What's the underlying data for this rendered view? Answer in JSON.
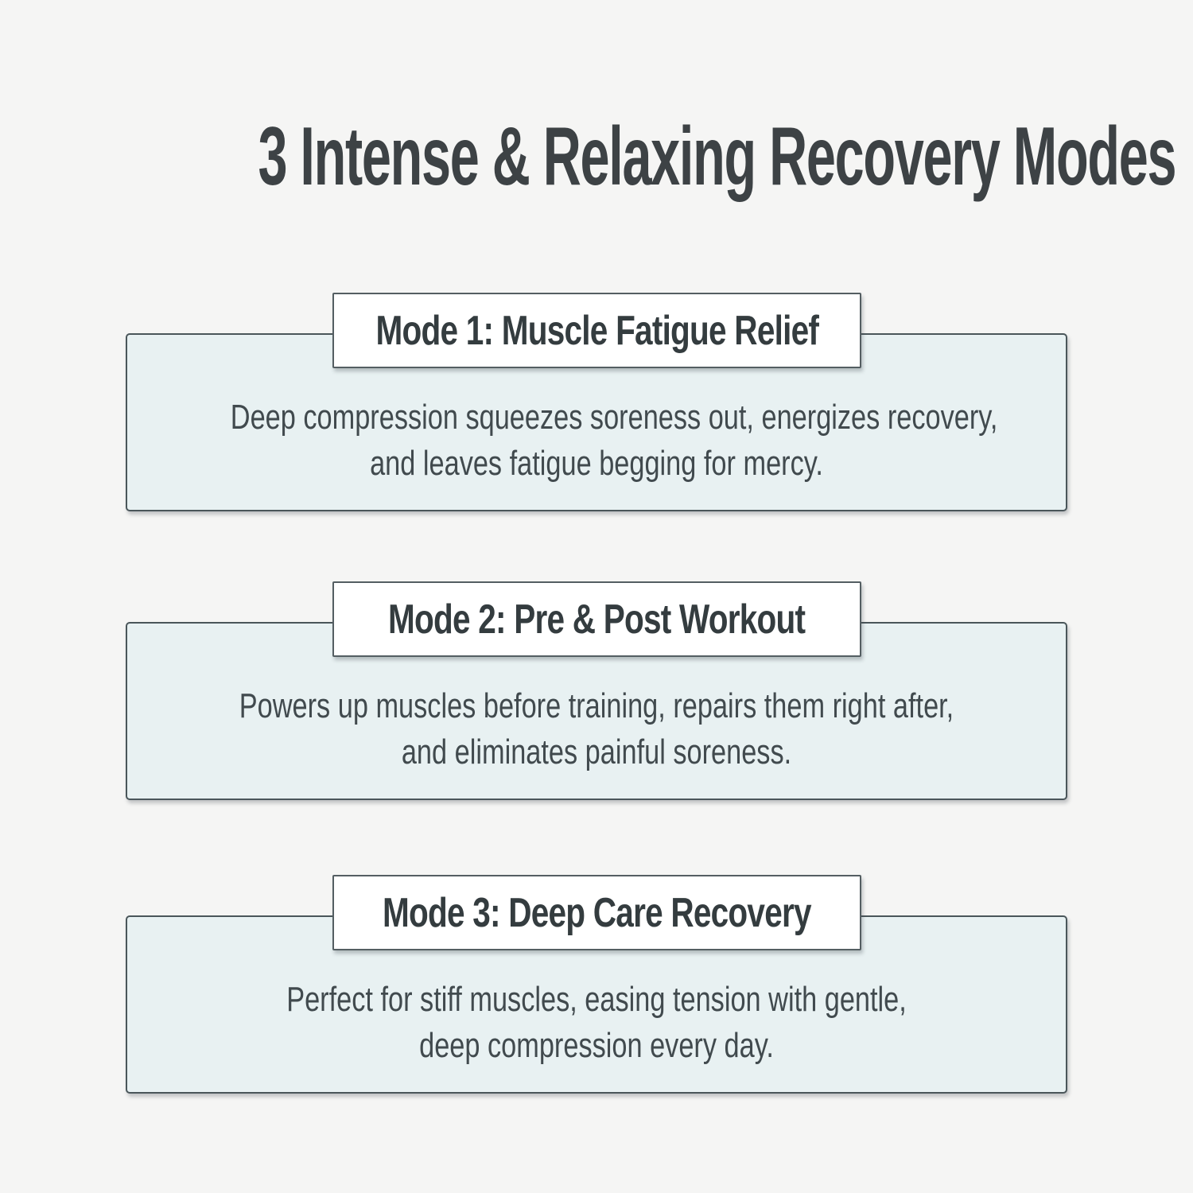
{
  "title": "3 Intense & Relaxing Recovery Modes",
  "colors": {
    "page_background": "#f5f5f4",
    "title_text": "#3d4245",
    "card_fill": "#e8f1f2",
    "card_border": "#4a565a",
    "header_fill": "#ffffff",
    "header_text": "#343c3f",
    "body_text": "#414a4e"
  },
  "modes": [
    {
      "header": "Mode 1: Muscle Fatigue Relief",
      "line1": "Deep compression squeezes soreness out, energizes recovery,",
      "line2": "and leaves fatigue begging for mercy."
    },
    {
      "header": "Mode 2: Pre & Post Workout",
      "line1": "Powers up muscles before training, repairs them right after,",
      "line2": "and eliminates painful soreness."
    },
    {
      "header": "Mode 3: Deep Care Recovery",
      "line1": "Perfect for stiff muscles, easing tension with gentle,",
      "line2": "deep compression every day."
    }
  ]
}
